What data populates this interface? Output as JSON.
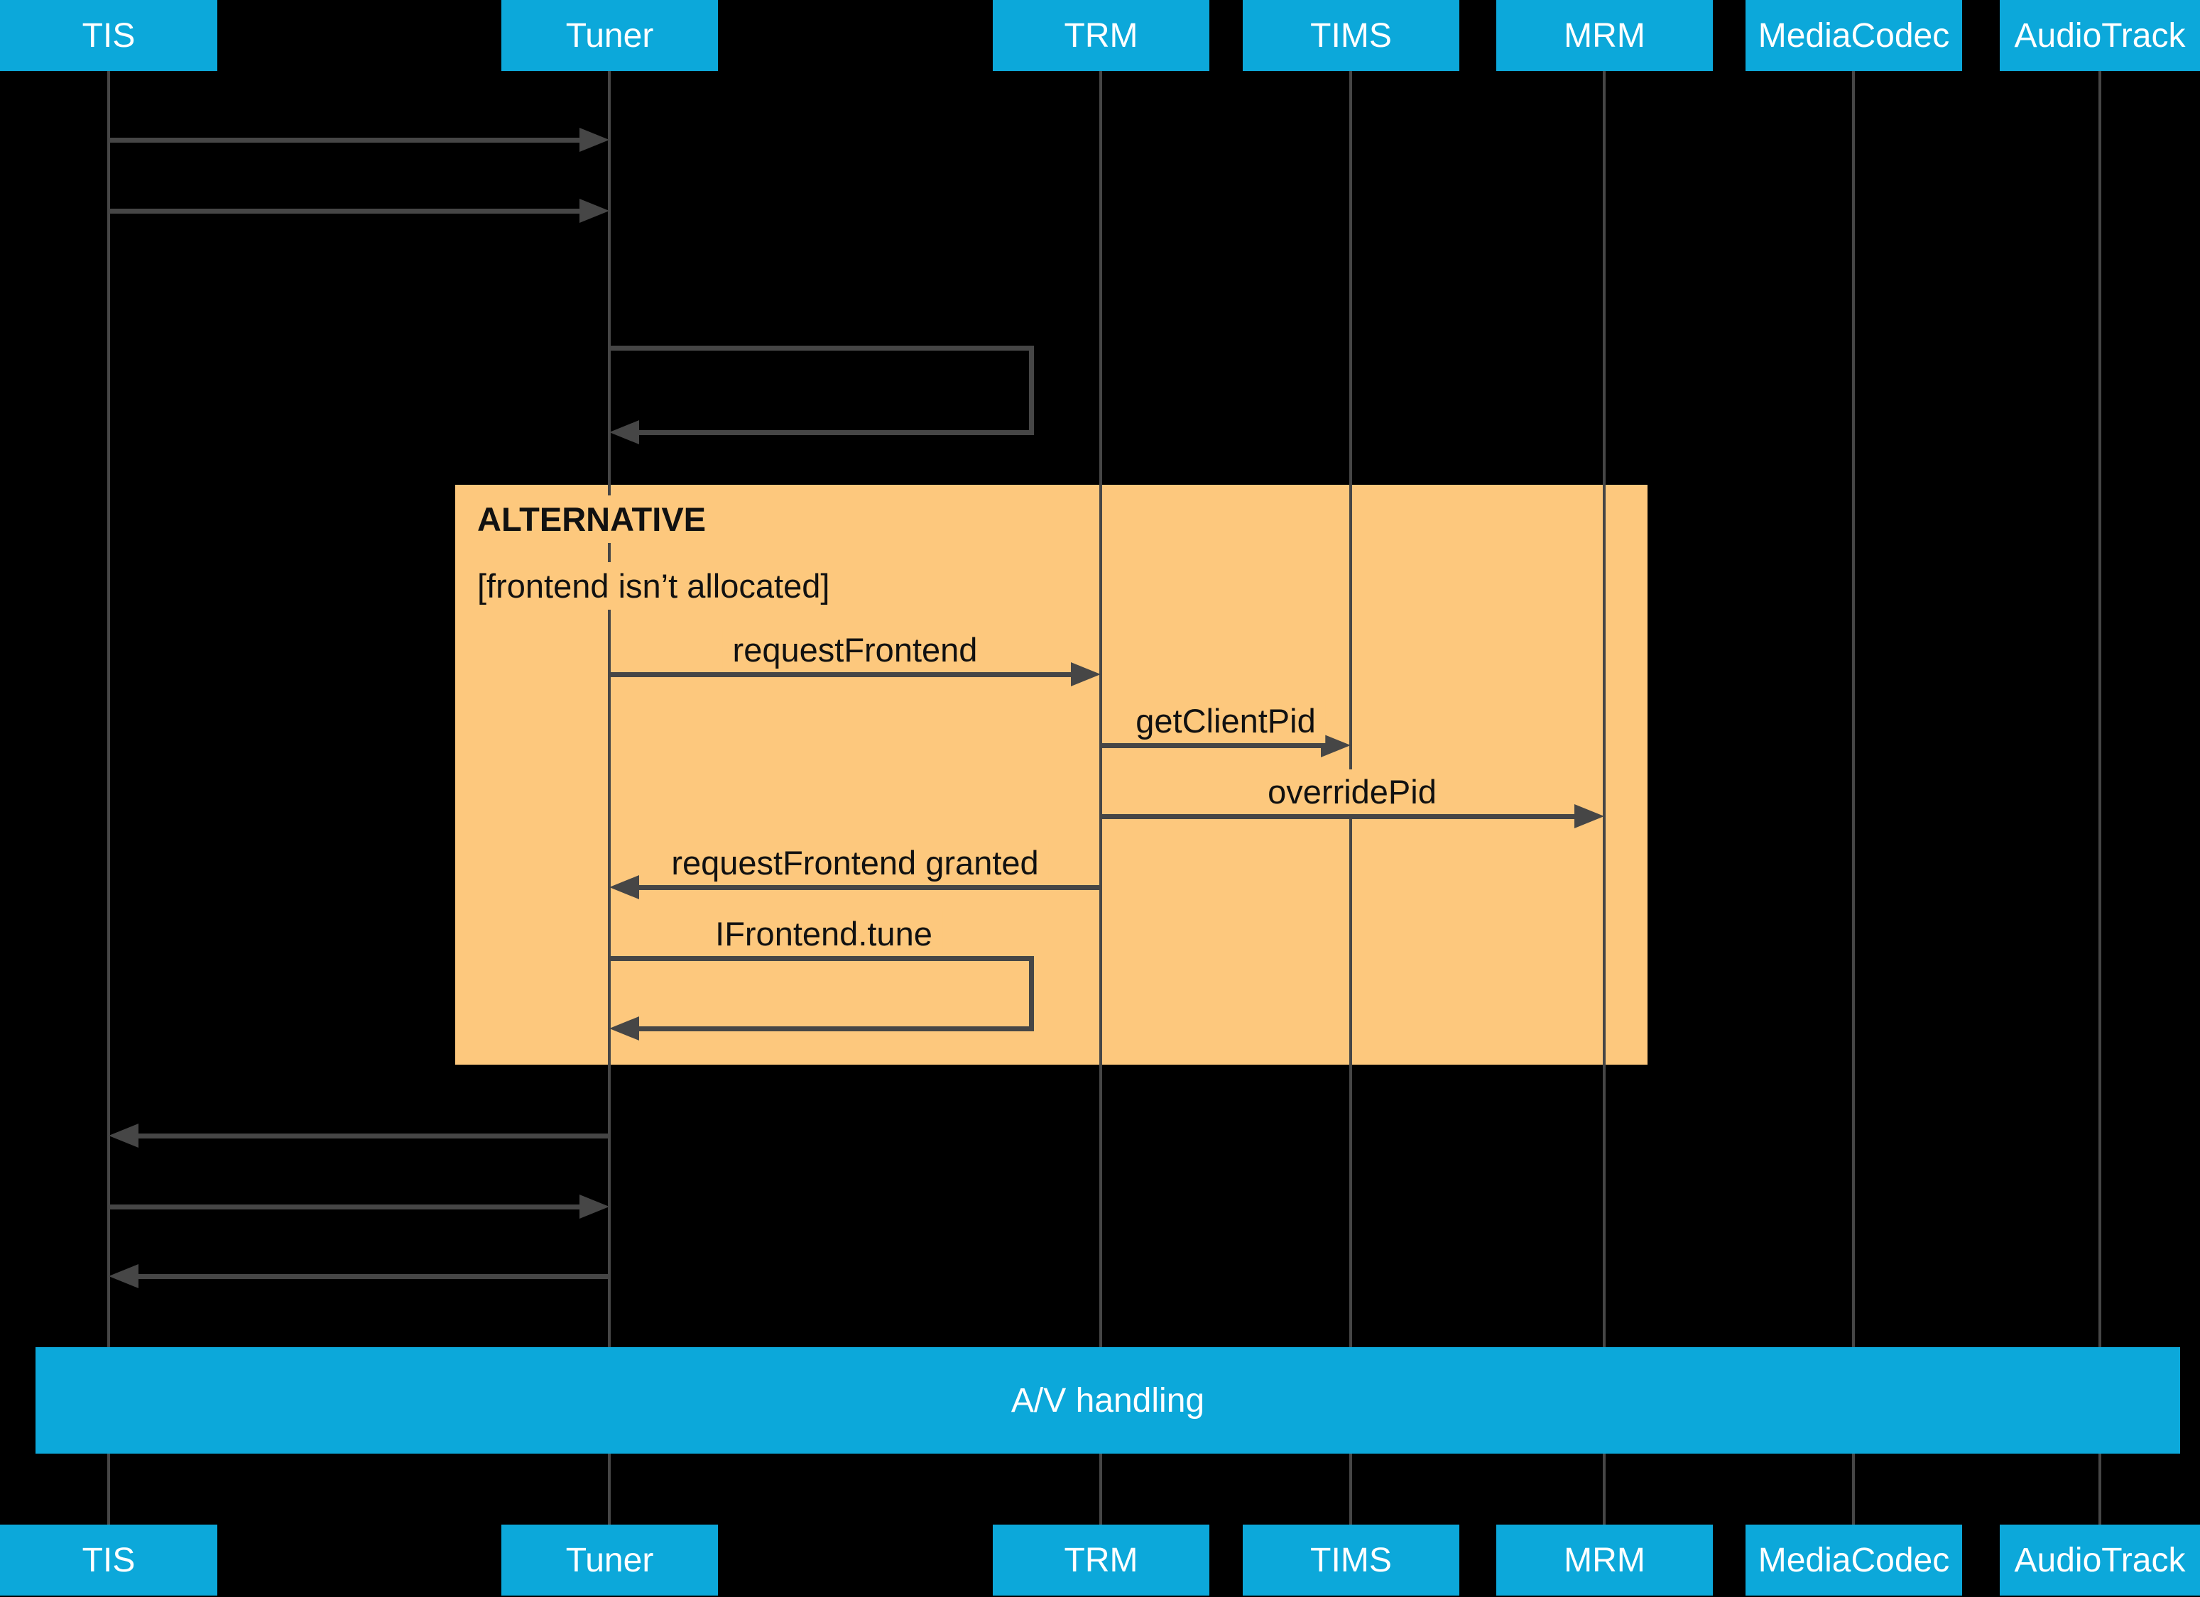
{
  "participants": [
    {
      "name": "TIS"
    },
    {
      "name": "Tuner"
    },
    {
      "name": "TRM"
    },
    {
      "name": "TIMS"
    },
    {
      "name": "MRM"
    },
    {
      "name": "MediaCodec"
    },
    {
      "name": "AudioTrack"
    }
  ],
  "alt_block": {
    "title": "ALTERNATIVE",
    "condition": "[frontend isn’t allocated]"
  },
  "messages": {
    "request_frontend": {
      "label": "requestFrontend",
      "from": "Tuner",
      "to": "TRM"
    },
    "get_client_pid": {
      "label": "getClientPid",
      "from": "TRM",
      "to": "TIMS"
    },
    "override_pid": {
      "label": "overridePid",
      "from": "TRM",
      "to": "MRM"
    },
    "request_frontend_granted": {
      "label": "requestFrontend granted",
      "from": "TRM",
      "to": "Tuner"
    },
    "ifrontend_tune": {
      "label": "IFrontend.tune",
      "from": "Tuner",
      "to": "Tuner"
    }
  },
  "unlabeled_messages": [
    {
      "from": "TIS",
      "to": "Tuner"
    },
    {
      "from": "TIS",
      "to": "Tuner"
    },
    {
      "from": "Tuner",
      "to": "Tuner"
    },
    {
      "from": "Tuner",
      "to": "TIS"
    },
    {
      "from": "TIS",
      "to": "Tuner"
    },
    {
      "from": "Tuner",
      "to": "TIS"
    }
  ],
  "av_bar": {
    "label": "A/V handling"
  },
  "colors": {
    "background": "#000000",
    "participant_fill": "#0ca8da",
    "participant_text": "#ffffff",
    "alt_fill": "#fdc87d",
    "line": "#464646",
    "label_text": "#111111"
  }
}
